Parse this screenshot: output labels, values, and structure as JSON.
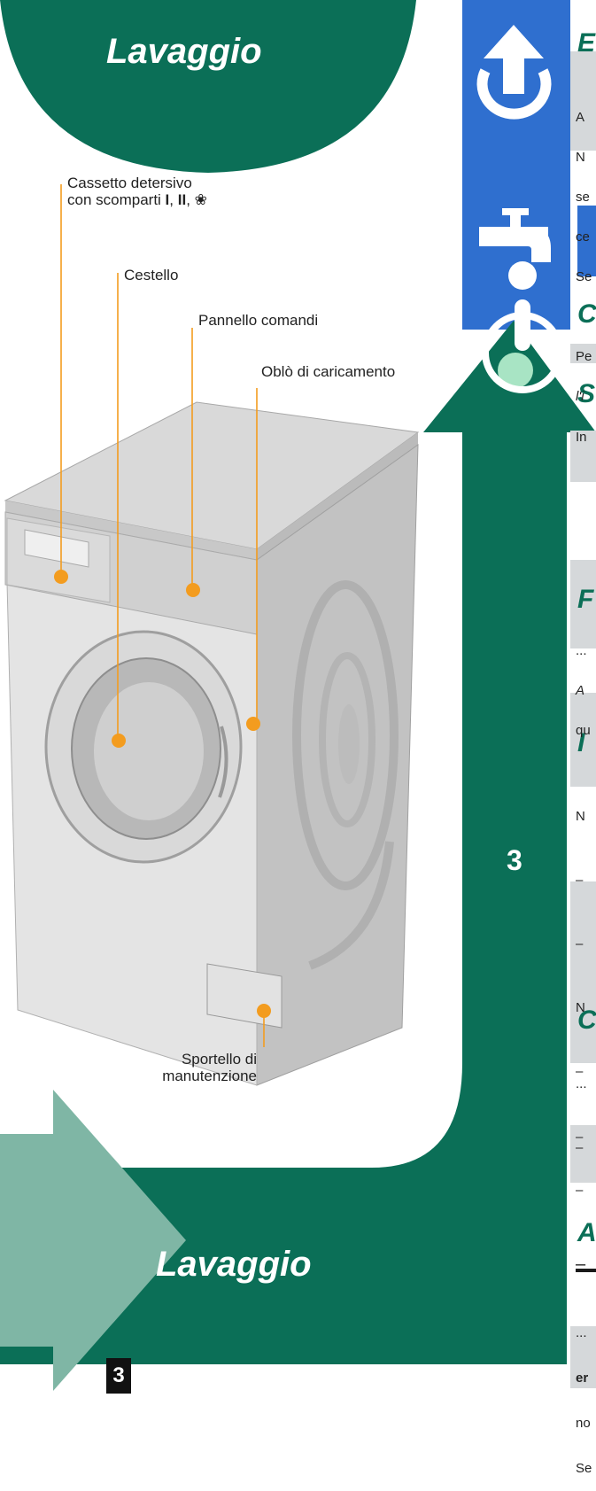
{
  "page": {
    "title_top": "Lavaggio",
    "title_bottom": "Lavaggio",
    "chapter_number": "3",
    "page_number": "3"
  },
  "labels": {
    "detergent_drawer_line1": "Cassetto detersivo",
    "detergent_drawer_line2_prefix": "con scomparti ",
    "compartment_1": "I",
    "compartment_2": "II",
    "softener_symbol": "❀",
    "drum": "Cestello",
    "control_panel": "Pannello comandi",
    "loading_door": "Oblò di caricamento",
    "service_flap_line1": "Sportello di",
    "service_flap_line2": "manutenzione"
  },
  "right_column": {
    "headings": [
      "E",
      "C",
      "S",
      "F",
      "I",
      "C",
      "A"
    ],
    "block1": [
      "A",
      "N",
      "se",
      "ce",
      "Se"
    ],
    "block2": [
      "Pe",
      "l'i"
    ],
    "block3": [
      "In"
    ],
    "block4": [
      "...",
      "A",
      "qu"
    ],
    "block5": [
      "N",
      "–",
      "–",
      "N",
      "–",
      "–"
    ],
    "block6": [
      "...",
      "–",
      "–"
    ],
    "block7": [
      "–"
    ],
    "block8_lines": [
      "...",
      "er",
      "no",
      "Se"
    ]
  },
  "icons": [
    "arrow-up-icon",
    "faucet-icon",
    "info-icon"
  ],
  "colors": {
    "green": "#0b6f57",
    "light_green": "#7fb6a5",
    "blue": "#2f6fcf",
    "orange": "#f39c1f",
    "panel_grey": "#d5d8da"
  }
}
